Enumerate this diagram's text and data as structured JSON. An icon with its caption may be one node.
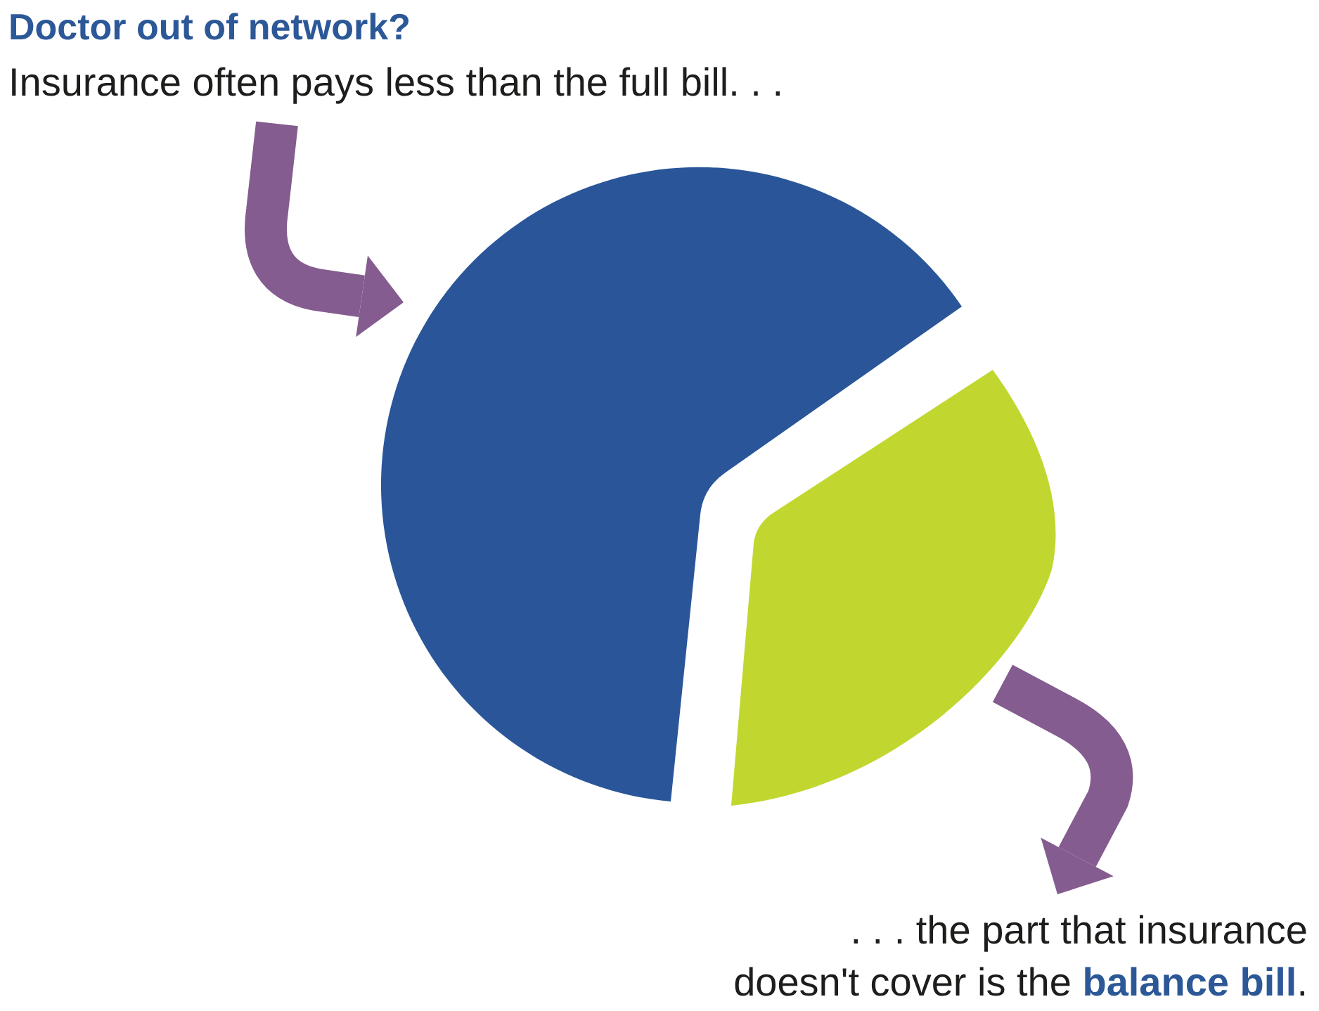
{
  "diagram": {
    "title": "Doctor out of network?",
    "nodes": [
      {
        "text": [
          "Insurance often pays less than the full bill. . ."
        ]
      },
      {
        "text": [],
        "shape": "slice"
      },
      {
        "text": [],
        "shape": "slice"
      },
      {
        "text": [
          ". . . the part that insurance doesn't cover is the **balance bill**."
        ]
      }
    ],
    "edges": [
      {
        "from": 0,
        "to": 1,
        "arrow": "to"
      },
      {
        "from": 2,
        "to": 3,
        "arrow": "to"
      }
    ]
  }
}
